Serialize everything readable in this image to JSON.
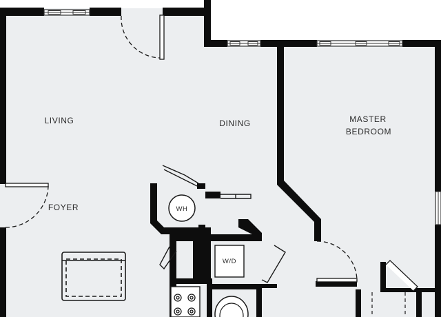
{
  "plan": {
    "colors": {
      "floor": "#eceef0",
      "outside": "#ffffff",
      "wall": "#0d0d0d",
      "window_frame": "#333333",
      "window_glass": "#ffffff",
      "door_swing": "#1a1a1a",
      "text": "#2b2b2b"
    },
    "rooms": {
      "living": "LIVING",
      "dining": "DINING",
      "master_bedroom_line1": "MASTER",
      "master_bedroom_line2": "BEDROOM",
      "foyer": "FOYER"
    },
    "fixtures": {
      "water_heater": "WH",
      "washer_dryer": "W/D"
    },
    "icons": {
      "range": "stove-icon",
      "toilet": "toilet-icon",
      "sofa": "sofa-icon",
      "water_heater": "water-heater-icon",
      "washer_dryer": "washer-dryer-icon"
    }
  }
}
